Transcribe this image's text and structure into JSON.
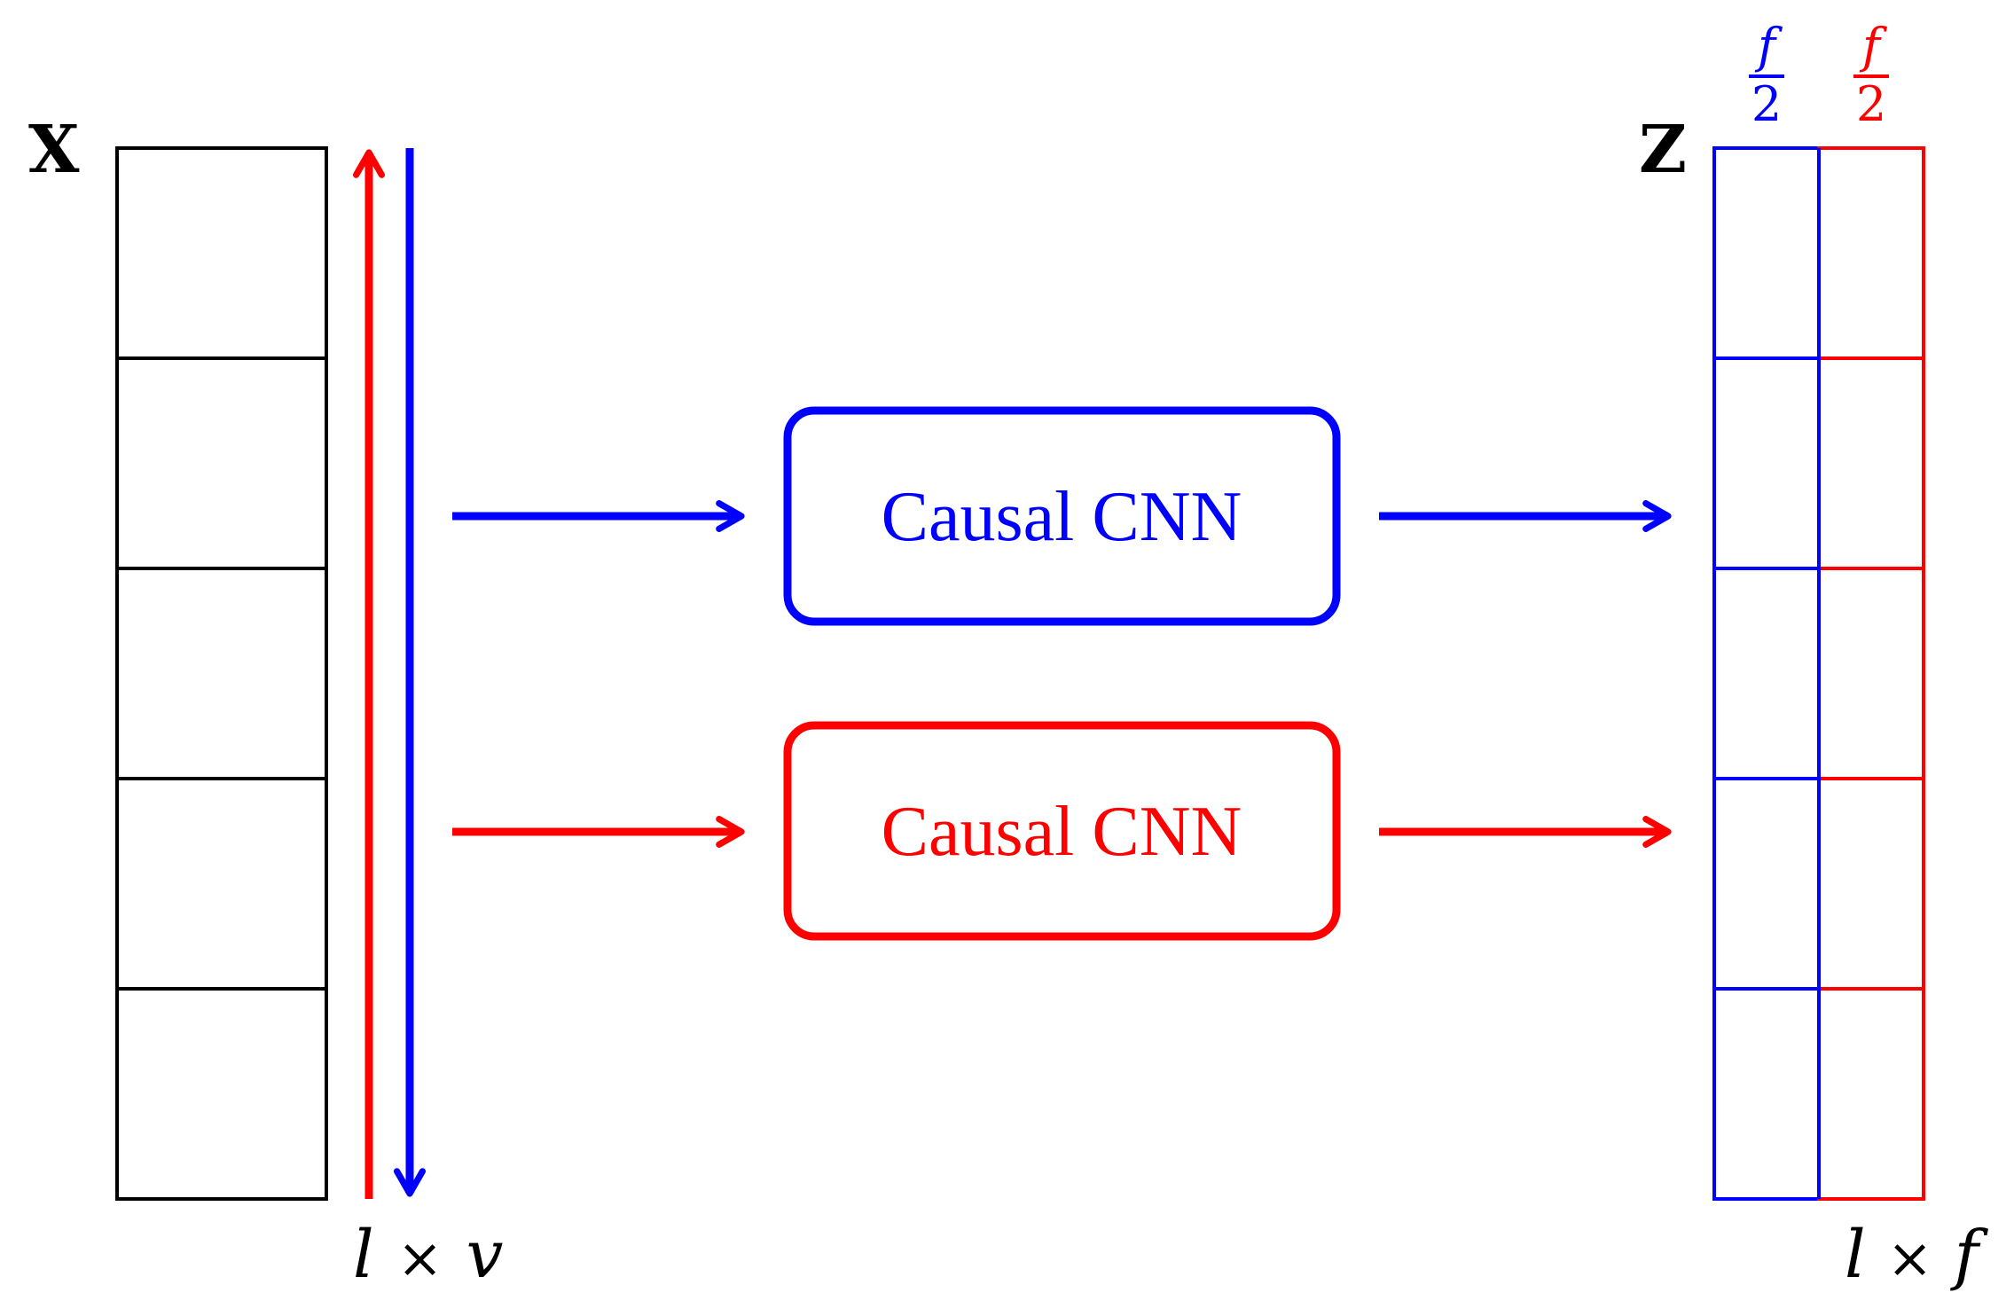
{
  "colors": {
    "stroke": "#000000",
    "branch_a": "#0000ff",
    "branch_b": "#ff0000"
  },
  "input": {
    "name": "X",
    "cells": 5,
    "dim_l": "l",
    "dim_times": "×",
    "dim_v": "v"
  },
  "blocks": {
    "top": {
      "label": "Causal CNN"
    },
    "bottom": {
      "label": "Causal CNN"
    }
  },
  "output": {
    "name": "Z",
    "cells": 5,
    "half_left": {
      "num": "f",
      "den": "2"
    },
    "half_right": {
      "num": "f",
      "den": "2"
    },
    "dim_l": "l",
    "dim_times": "×",
    "dim_f": "f"
  }
}
